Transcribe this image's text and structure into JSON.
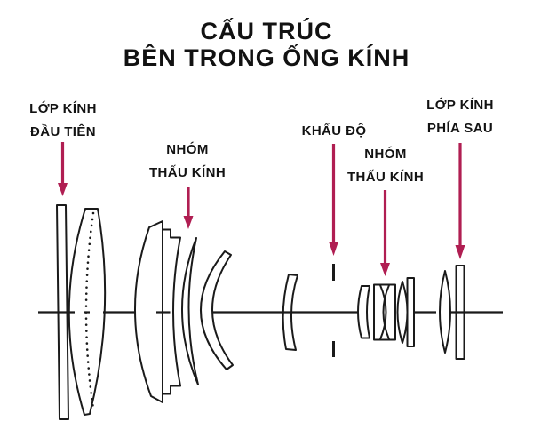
{
  "title": {
    "line1": "CẤU TRÚC",
    "line2": "BÊN TRONG ỐNG KÍNH"
  },
  "labels": {
    "front_glass": {
      "line1": "LỚP KÍNH",
      "line2": "ĐẦU TIÊN"
    },
    "lens_group_1": {
      "line1": "NHÓM",
      "line2": "THẤU KÍNH"
    },
    "aperture": {
      "line1": "KHẨU ĐỘ"
    },
    "lens_group_2": {
      "line1": "NHÓM",
      "line2": "THẤU KÍNH"
    },
    "rear_glass": {
      "line1": "LỚP KÍNH",
      "line2": "PHÍA SAU"
    }
  },
  "colors": {
    "arrow": "#b01e52",
    "outline": "#1a1a1a",
    "background": "#ffffff",
    "text": "#121212"
  }
}
